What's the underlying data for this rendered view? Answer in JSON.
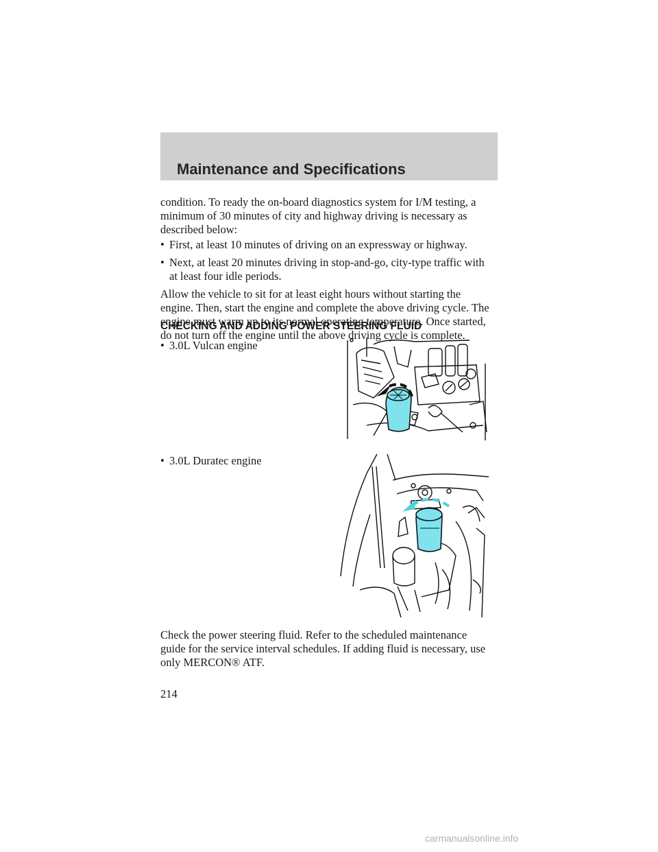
{
  "header": {
    "title": "Maintenance and Specifications"
  },
  "intro": {
    "lines": [
      "condition. To ready the on-board diagnostics system for I/M testing, a",
      "minimum of 30 minutes of city and highway driving is necessary as",
      "described below:"
    ]
  },
  "bullets": [
    {
      "marker": "•",
      "lines": [
        "First, at least 10 minutes of driving on an expressway or highway."
      ]
    },
    {
      "marker": "•",
      "lines": [
        "Next, at least 20 minutes driving in stop-and-go, city-type traffic with",
        "at least four idle periods."
      ]
    }
  ],
  "paragraph2": {
    "lines": [
      "Allow the vehicle to sit for at least eight hours without starting the",
      "engine. Then, start the engine and complete the above driving cycle. The",
      "engine must warm up to its normal operating temperature. Once started,",
      "do not turn off the engine until the above driving cycle is complete."
    ]
  },
  "section": {
    "heading": "CHECKING AND ADDING POWER STEERING FLUID"
  },
  "engines": [
    {
      "marker": "•",
      "label": "3.0L Vulcan engine"
    },
    {
      "marker": "•",
      "label": "3.0L Duratec engine"
    }
  ],
  "closing": {
    "lines": [
      "Check the power steering fluid. Refer to the scheduled maintenance",
      "guide for the service interval schedules. If adding fluid is necessary, use",
      "only MERCON® ATF."
    ]
  },
  "page_number": "214",
  "footer": {
    "watermark": "carmanualsonline.info"
  },
  "colors": {
    "header_band": "#cfcfcf",
    "reservoir_fill": "#7fe3ee"
  }
}
